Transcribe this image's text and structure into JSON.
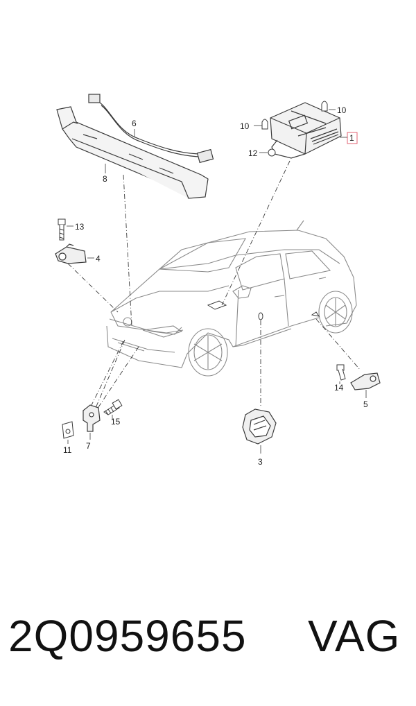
{
  "callouts": {
    "c1": "1",
    "c3": "3",
    "c4": "4",
    "c5": "5",
    "c6": "6",
    "c7": "7",
    "c8": "8",
    "c10a": "10",
    "c10b": "10",
    "c11": "11",
    "c12": "12",
    "c13": "13",
    "c14": "14",
    "c15": "15"
  },
  "footer": {
    "part_number": "2Q0959655",
    "brand": "VAG"
  },
  "colors": {
    "line": "#3a3a3a",
    "car_outline": "#8a8a8a",
    "highlight_box": "#e06070",
    "text": "#111111"
  }
}
